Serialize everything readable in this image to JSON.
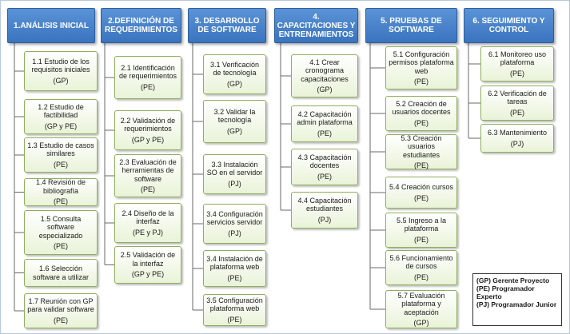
{
  "columns": [
    {
      "title": "1.ANÁLISIS INICIAL",
      "items": [
        {
          "label": "1.1 Estudio de los requisitos iniciales",
          "code": "(GP)"
        },
        {
          "label": "1.2 Estudio de factibilidad",
          "code": "(GP y PE)"
        },
        {
          "label": "1.3 Estudio de casos similares",
          "code": "(PE)"
        },
        {
          "label": "1.4 Revisión de bibliografía",
          "code": "(PE)"
        },
        {
          "label": "1.5 Consulta software especializado",
          "code": "(PE)"
        },
        {
          "label": "1.6 Selección software a utilizar",
          "code": ""
        },
        {
          "label": "1.7 Reunión con GP para validar software",
          "code": "(PE)"
        }
      ]
    },
    {
      "title": "2.DEFINICIÓN DE REQUERIMIENTOS",
      "items": [
        {
          "label": "2.1 Identificación de requerimientos",
          "code": "(PE)"
        },
        {
          "label": "2.2 Validación de requerimientos",
          "code": "(GP y PE)"
        },
        {
          "label": "2.3 Evaluación de herramientas de software",
          "code": "(PE)"
        },
        {
          "label": "2.4 Diseño de la interfaz",
          "code": "(PE y PJ)"
        },
        {
          "label": "2.5 Validación de la interfaz",
          "code": "(GP y PE)"
        }
      ]
    },
    {
      "title": "3. DESARROLLO DE SOFTWARE",
      "items": [
        {
          "label": "3.1 Verificación de tecnología",
          "code": "(GP)"
        },
        {
          "label": "3.2 Validar la tecnología",
          "code": "(GP)"
        },
        {
          "label": "3.3 Instalación SO en el servidor",
          "code": "(PJ)"
        },
        {
          "label": "3.4 Configuración servicios servidor",
          "code": "(PJ)"
        },
        {
          "label": "3.4 Instalación de plataforma web",
          "code": "(PE)"
        },
        {
          "label": "3.5 Configuración plataforma web",
          "code": "(PE)"
        }
      ]
    },
    {
      "title": "4. CAPACITACIONES Y ENTRENAMIENTOS",
      "items": [
        {
          "label": "4.1 Crear cronograma capacitaciones",
          "code": "(GP)"
        },
        {
          "label": "4.2 Capacitación admin plataforma",
          "code": "(PE)"
        },
        {
          "label": "4.3 Capacitación docentes",
          "code": "(PE)"
        },
        {
          "label": "4.4 Capacitación estudiantes",
          "code": "(PJ)"
        }
      ]
    },
    {
      "title": "5. PRUEBAS DE SOFTWARE",
      "items": [
        {
          "label": "5.1 Configuración permisos plataforma web",
          "code": "(PE)"
        },
        {
          "label": "5.2 Creación de usuarios docentes",
          "code": "(PE)"
        },
        {
          "label": "5.3 Creación usuarios estudiantes",
          "code": "(PE)"
        },
        {
          "label": "5.4 Creación cursos",
          "code": "(PE)"
        },
        {
          "label": "5.5 Ingreso a la plataforma",
          "code": "(PE)"
        },
        {
          "label": "5.6 Funcionamiento de cursos",
          "code": "(PE)"
        },
        {
          "label": "5.7 Evaluación plataforma y aceptación",
          "code": "(GP)"
        }
      ]
    },
    {
      "title": "6. SEGUIMIENTO Y CONTROL",
      "items": [
        {
          "label": "6.1 Monitoreo uso plataforma",
          "code": "(PE)"
        },
        {
          "label": "6.2 Verificación de tareas",
          "code": "(PE)"
        },
        {
          "label": "6.3 Mantenimiento",
          "code": "(PJ)"
        }
      ]
    }
  ],
  "legend": [
    "(GP) Gerente Proyecto",
    "(PE) Programador Experto",
    "(PJ) Programador Junior"
  ],
  "colors": {
    "header_fill": "#4a86cf",
    "item_fill": "#e9f3d8",
    "item_border": "#8fae5d",
    "connector": "#6a6a6a"
  }
}
